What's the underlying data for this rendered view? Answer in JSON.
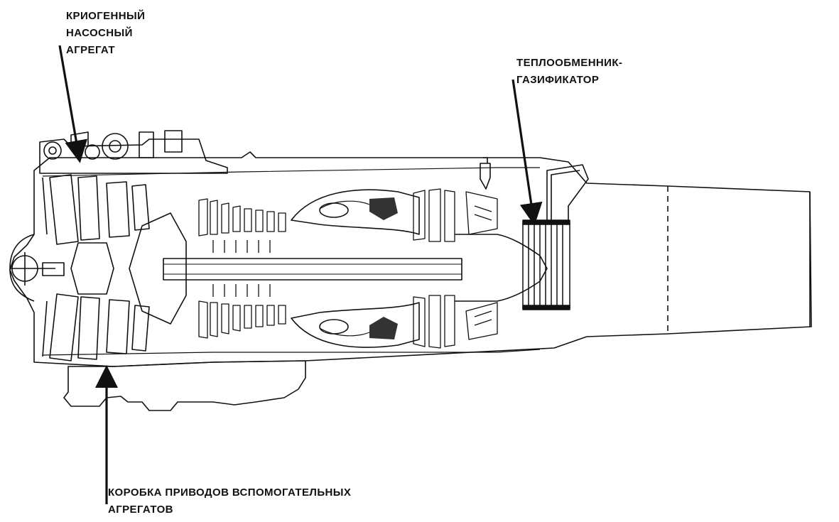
{
  "labels": {
    "pump": [
      "КРИОГЕННЫЙ",
      "НАСОСНЫЙ",
      "АГРЕГАТ"
    ],
    "heat_exchanger": [
      "ТЕПЛООБМЕННИК-",
      "ГАЗИФИКАТОР"
    ],
    "gearbox": [
      "КОРОБКА ПРИВОДОВ ВСПОМОГАТЕЛЬНЫХ",
      "АГРЕГАТОВ"
    ]
  },
  "colors": {
    "ink": "#111111",
    "background": "#ffffff"
  }
}
